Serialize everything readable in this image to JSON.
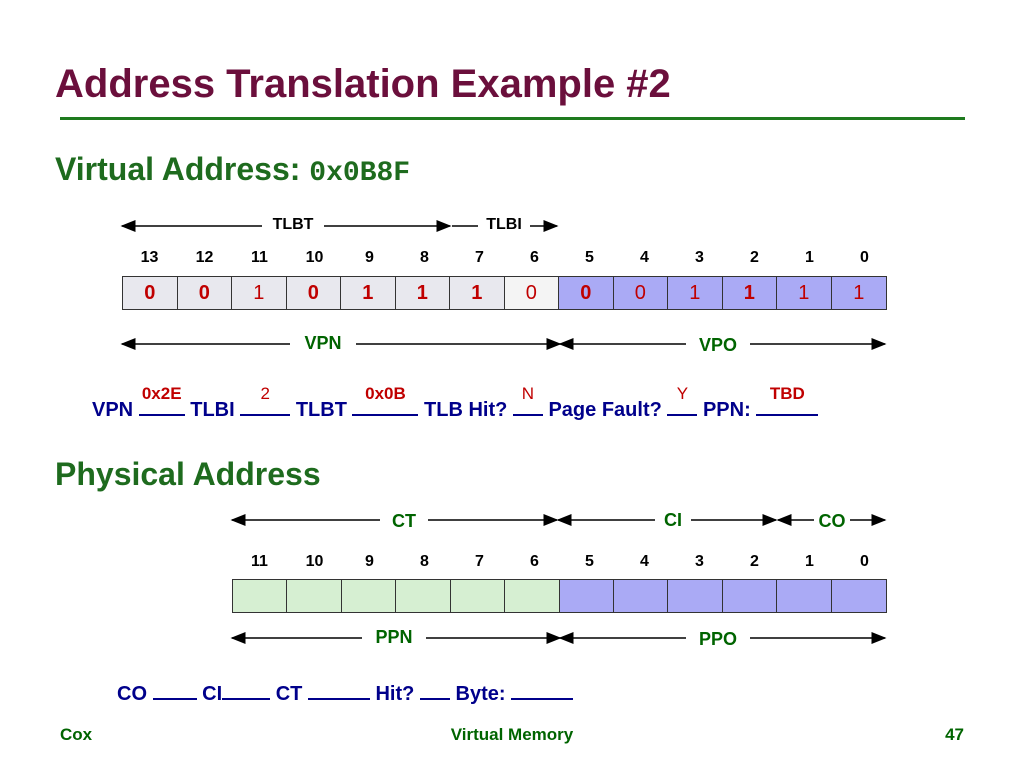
{
  "title": "Address Translation Example #2",
  "virtual": {
    "heading": "Virtual Address:",
    "value": "0x0B8F",
    "top_labels": [
      "TLBT",
      "TLBI"
    ],
    "bit_numbers": [
      "13",
      "12",
      "11",
      "10",
      "9",
      "8",
      "7",
      "6",
      "5",
      "4",
      "3",
      "2",
      "1",
      "0"
    ],
    "bits": [
      "0",
      "0",
      "1",
      "0",
      "1",
      "1",
      "1",
      "0",
      "0",
      "0",
      "1",
      "1",
      "1",
      "1"
    ],
    "bottom_labels": [
      "VPN",
      "VPO"
    ]
  },
  "lookup": {
    "vpn_label": "VPN",
    "vpn_value": "0x2E",
    "tlbi_label": "TLBI",
    "tlbi_value": "2",
    "tlbt_label": "TLBT",
    "tlbt_value": "0x0B",
    "tlbhit_label": "TLB Hit?",
    "tlbhit_value": "N",
    "fault_label": "Page Fault?",
    "fault_value": "Y",
    "ppn_label": "PPN:",
    "ppn_value": "TBD"
  },
  "physical": {
    "heading": "Physical Address",
    "top_labels": [
      "CT",
      "CI",
      "CO"
    ],
    "bit_numbers": [
      "11",
      "10",
      "9",
      "8",
      "7",
      "6",
      "5",
      "4",
      "3",
      "2",
      "1",
      "0"
    ],
    "bottom_labels": [
      "PPN",
      "PPO"
    ]
  },
  "cache_line": {
    "co_label": "CO",
    "ci_label": "CI",
    "ct_label": "CT",
    "hit_label": "Hit?",
    "byte_label": "Byte:"
  },
  "footer": {
    "left": "Cox",
    "center": "Virtual Memory",
    "right": "47"
  }
}
